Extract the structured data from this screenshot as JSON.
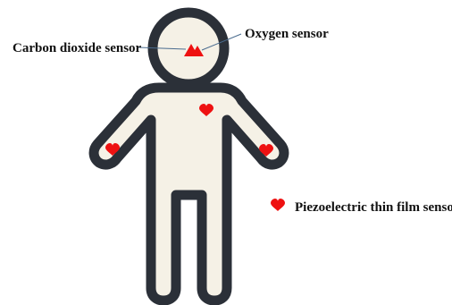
{
  "labels": {
    "co2_sensor": "Carbon dioxide sensor",
    "oxygen_sensor": "Oxygen sensor",
    "piezo_legend": "Piezoelectric thin film sensor"
  },
  "colors": {
    "body_fill": "#f5f1e6",
    "body_outline": "#2b3038",
    "sensor_red": "#ee1111",
    "leader_line": "#4a6c8f"
  },
  "icons": {
    "gas_sensor": "twin-triangle-icon",
    "piezo_sensor": "heart-icon"
  }
}
